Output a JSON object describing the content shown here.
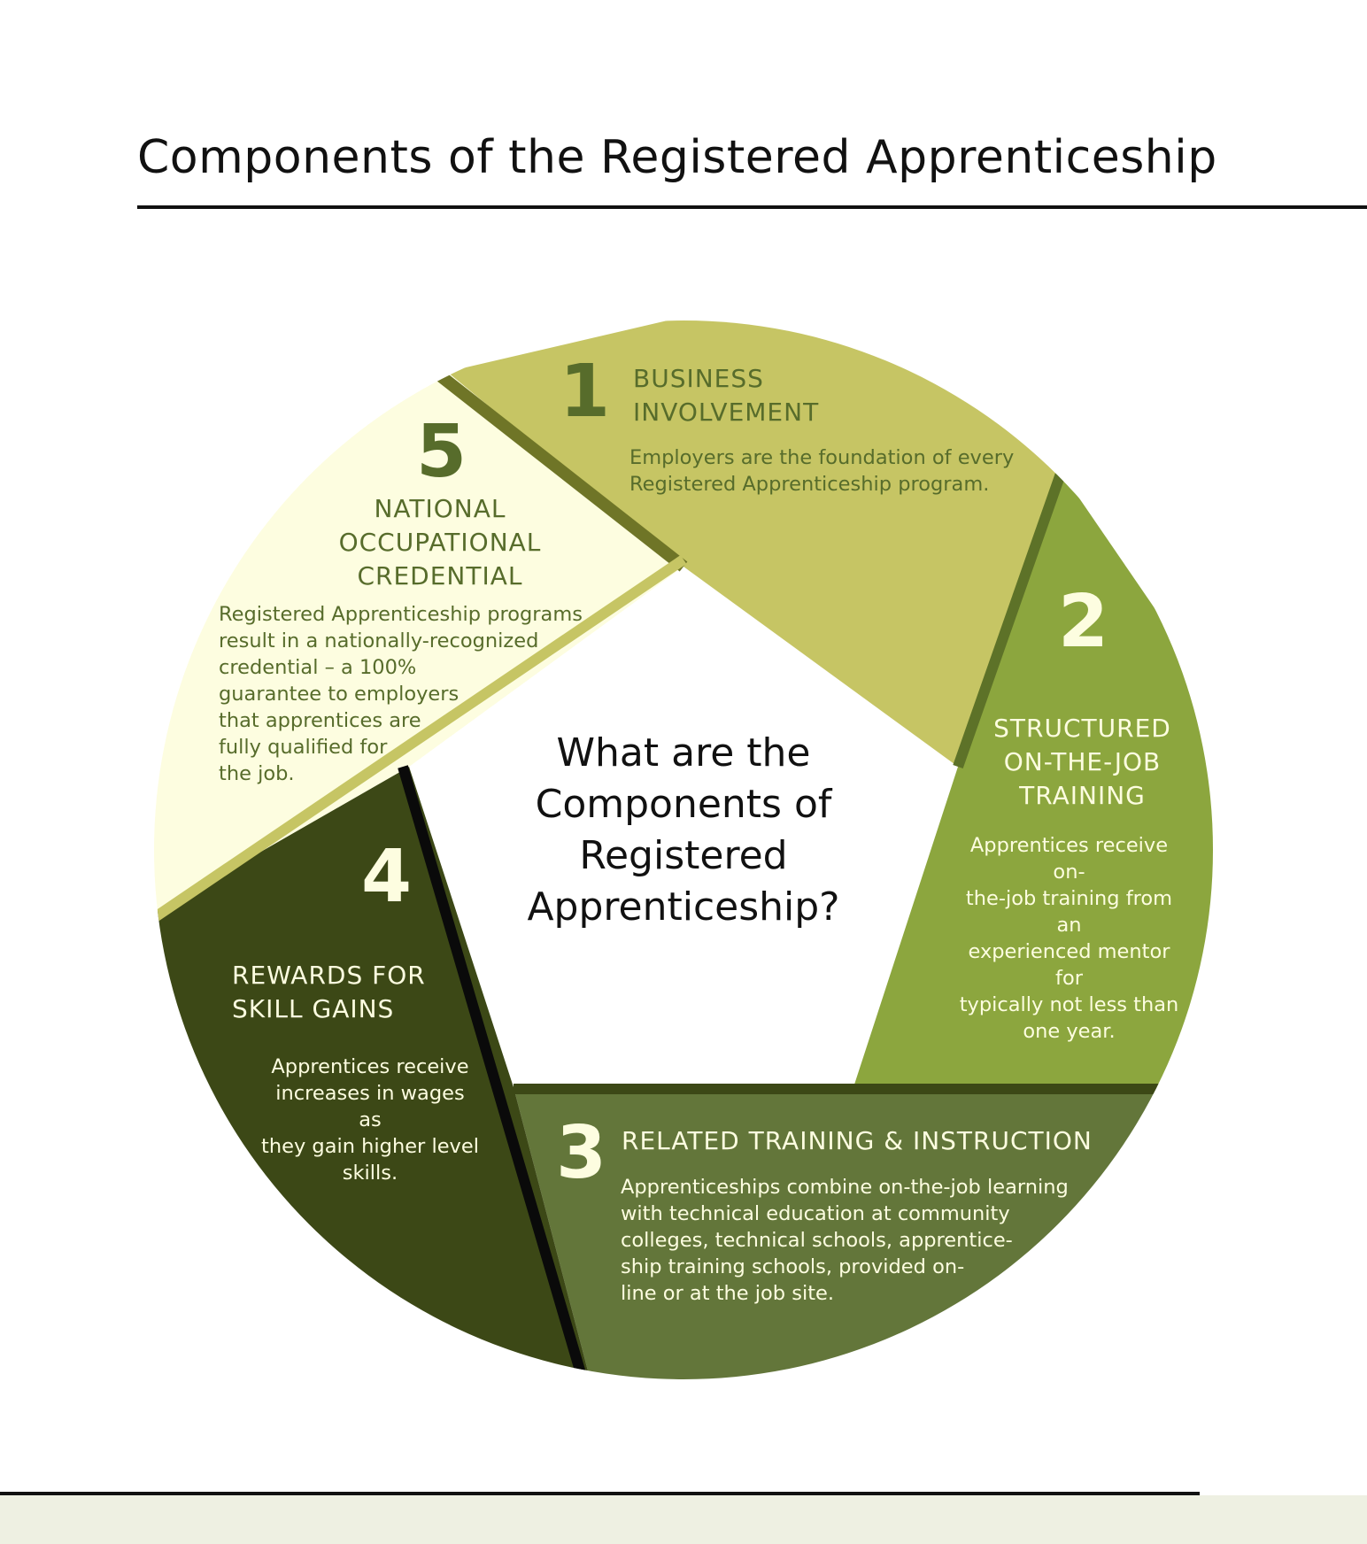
{
  "page": {
    "title": "Components of the Registered Apprenticeship",
    "center_question": [
      "What are the",
      "Components of",
      "Registered",
      "Apprenticeship?"
    ]
  },
  "colors": {
    "segment_1": "#c6c564",
    "segment_2": "#8ca63e",
    "segment_3": "#63763a",
    "segment_4": "#3c4816",
    "segment_5": "#fdfde0",
    "dark_text": "#576c2b",
    "light_text": "#fdfde0"
  },
  "components": [
    {
      "number": "1",
      "heading": [
        "BUSINESS",
        "INVOLVEMENT"
      ],
      "body": [
        "Employers are the foundation of every",
        "Registered Apprenticeship program."
      ]
    },
    {
      "number": "2",
      "heading": [
        "STRUCTURED",
        "ON-THE-JOB",
        "TRAINING"
      ],
      "body": [
        "Apprentices receive on-",
        "the-job training from an",
        "experienced mentor for",
        "typically not less than",
        "one year."
      ]
    },
    {
      "number": "3",
      "heading": [
        "RELATED TRAINING & INSTRUCTION"
      ],
      "body": [
        "Apprenticeships combine on-the-job learning",
        "with technical education at community",
        "colleges, technical schools, apprentice-",
        "ship training  schools, provided on-",
        "line or at the job site."
      ]
    },
    {
      "number": "4",
      "heading": [
        "REWARDS FOR",
        "SKILL GAINS"
      ],
      "body": [
        "Apprentices receive",
        "increases in wages as",
        "they gain higher level",
        "skills."
      ]
    },
    {
      "number": "5",
      "heading": [
        "NATIONAL",
        "OCCUPATIONAL",
        "CREDENTIAL"
      ],
      "body": [
        "Registered Apprenticeship programs",
        "result in a nationally-recognized",
        "credential – a 100%",
        "guarantee to employers",
        "that apprentices are",
        "fully qualified for",
        "the job."
      ]
    }
  ]
}
